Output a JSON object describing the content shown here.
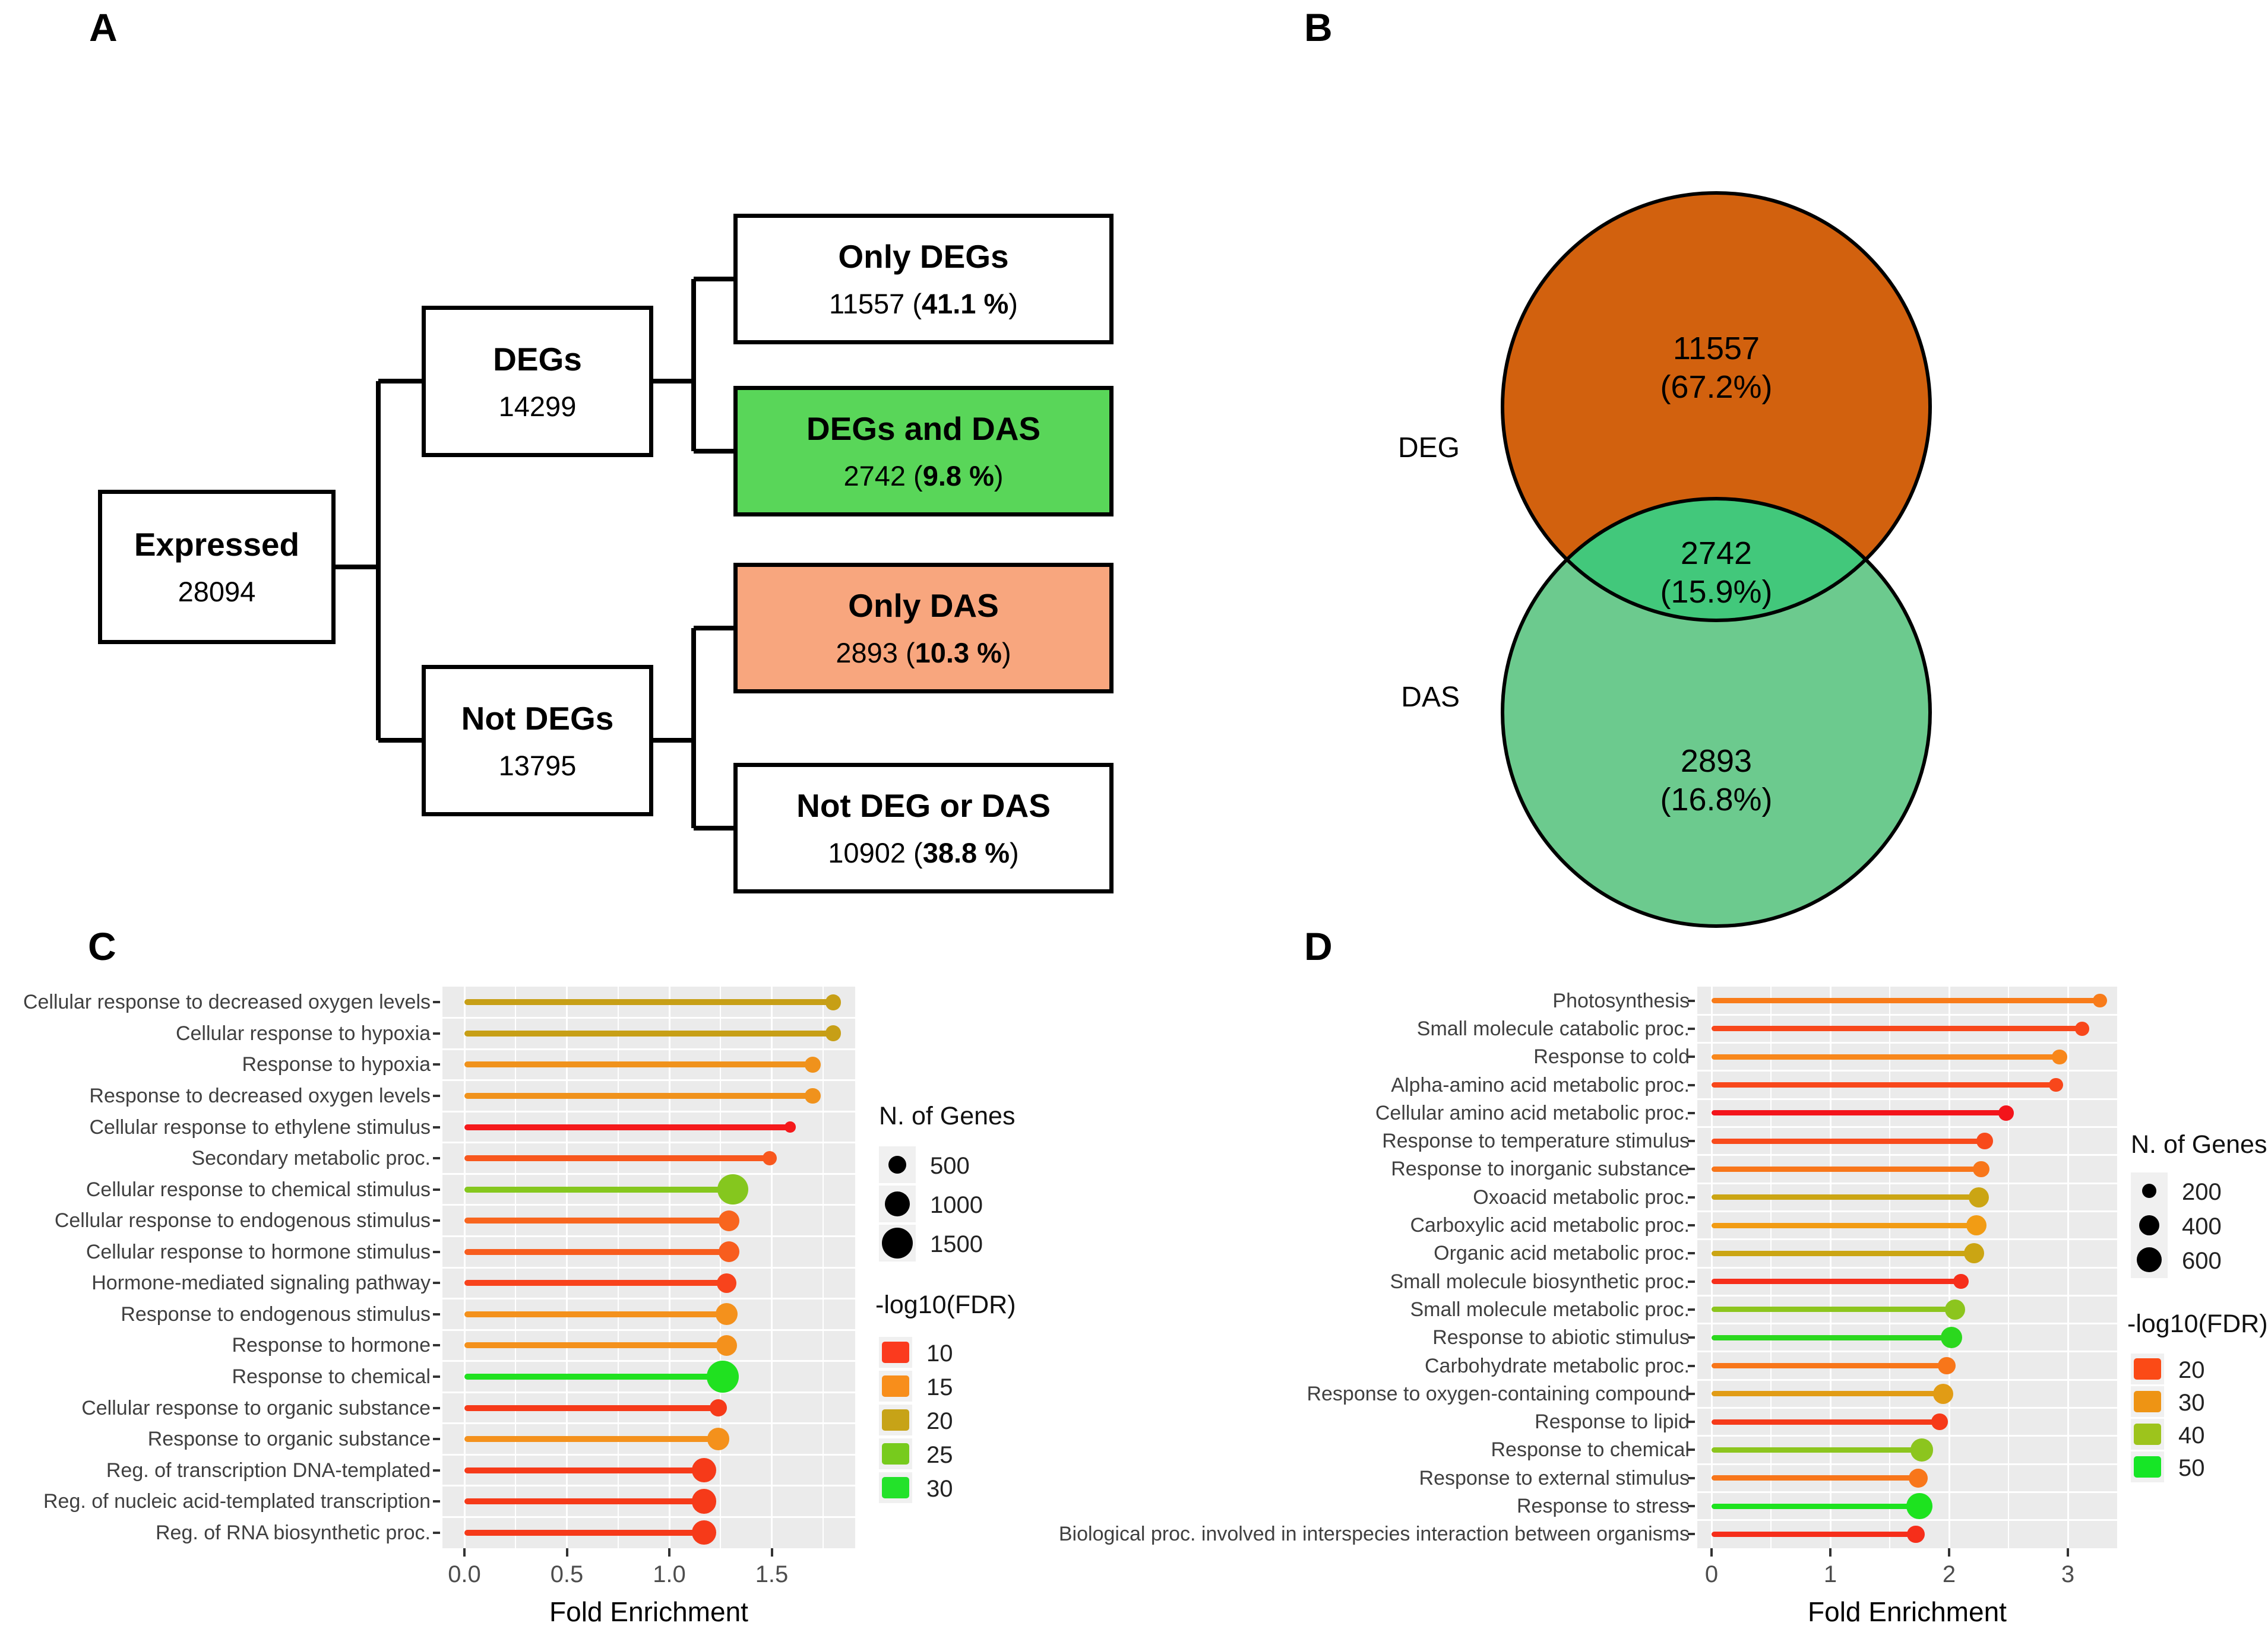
{
  "figure": {
    "background": "#ffffff",
    "panels": {
      "a": "A",
      "b": "B",
      "c": "C",
      "d": "D"
    }
  },
  "flowchart": {
    "line_color": "#000000",
    "boxes": [
      {
        "key": "expressed",
        "title": "Expressed",
        "num": "28094",
        "pct_bold": "",
        "suffix": "",
        "fill": "#ffffff"
      },
      {
        "key": "degs",
        "title": "DEGs",
        "num": "14299",
        "pct_bold": "",
        "suffix": "",
        "fill": "#ffffff"
      },
      {
        "key": "not-degs",
        "title": "Not DEGs",
        "num": "13795",
        "pct_bold": "",
        "suffix": "",
        "fill": "#ffffff"
      },
      {
        "key": "only-degs",
        "title": "Only DEGs",
        "num": "11557 (",
        "pct_bold": "41.1 %",
        "suffix": ")",
        "fill": "#ffffff"
      },
      {
        "key": "degs-and-das",
        "title": "DEGs and DAS",
        "num": "2742 (",
        "pct_bold": "9.8 %",
        "suffix": ")",
        "fill": "#59D659"
      },
      {
        "key": "only-das",
        "title": "Only DAS",
        "num": "2893 (",
        "pct_bold": "10.3 %",
        "suffix": ")",
        "fill": "#F8A67E"
      },
      {
        "key": "not-deg-or-das",
        "title": "Not DEG or DAS",
        "num": "10902 (",
        "pct_bold": "38.8 %",
        "suffix": ")",
        "fill": "#ffffff"
      }
    ]
  },
  "venn": {
    "deg_label": "DEG",
    "das_label": "DAS",
    "deg_color": "#D2610E",
    "das_color": "#6CCA8E",
    "overlap_color": "#42C87B",
    "outline_color": "#000000",
    "deg_line1": "11557",
    "deg_line2": "(67.2%)",
    "overlap_line1": "2742",
    "overlap_line2": "(15.9%)",
    "das_line1": "2893",
    "das_line2": "(16.8%)"
  },
  "chart_data": [
    {
      "id": "c",
      "type": "scatter",
      "variant": "horizontal-lollipop",
      "title": "",
      "xlabel": "Fold Enrichment",
      "ylabel": "",
      "xlim": [
        0,
        1.91
      ],
      "xticks": [
        0,
        0.5,
        1.0,
        1.5
      ],
      "xtick_labels": [
        "0.0",
        "0.5",
        "1.0",
        "1.5"
      ],
      "minor_step": 0.25,
      "grid": true,
      "panel_bg": "#EBEBEB",
      "legend_position": "right",
      "categories": [
        "Cellular response to decreased oxygen levels",
        "Cellular response to hypoxia",
        "Response to hypoxia",
        "Response to decreased oxygen levels",
        "Cellular response to ethylene stimulus",
        "Secondary metabolic proc.",
        "Cellular response to chemical stimulus",
        "Cellular response to endogenous stimulus",
        "Cellular response to hormone stimulus",
        "Hormone-mediated signaling pathway",
        "Response to endogenous stimulus",
        "Response to hormone",
        "Response to chemical",
        "Cellular response to organic substance",
        "Response to organic substance",
        "Reg. of transcription DNA-templated",
        "Reg. of nucleic acid-templated transcription",
        "Reg. of RNA biosynthetic proc."
      ],
      "values": [
        1.8,
        1.8,
        1.7,
        1.7,
        1.59,
        1.49,
        1.31,
        1.29,
        1.29,
        1.28,
        1.28,
        1.28,
        1.26,
        1.24,
        1.24,
        1.17,
        1.17,
        1.17
      ],
      "point_colors": [
        "#C79F16",
        "#C79F16",
        "#F0921C",
        "#F0921C",
        "#F5191B",
        "#F8571D",
        "#85C71E",
        "#F8651E",
        "#F85D1E",
        "#F8431C",
        "#F4911C",
        "#F4911C",
        "#20E120",
        "#F63A19",
        "#F4911C",
        "#F63A19",
        "#F63A19",
        "#F63A19"
      ],
      "n_genes_est": [
        400,
        400,
        400,
        400,
        190,
        340,
        1480,
        680,
        680,
        610,
        770,
        680,
        1600,
        460,
        770,
        950,
        950,
        950
      ],
      "legend_size": {
        "title": "N. of Genes",
        "entries": [
          {
            "label": "500",
            "n": 500
          },
          {
            "label": "1000",
            "n": 1000
          },
          {
            "label": "1500",
            "n": 1500
          }
        ]
      },
      "legend_color": {
        "title": "-log10(FDR)",
        "entries": [
          {
            "label": "10",
            "color": "#FB3A1E"
          },
          {
            "label": "15",
            "color": "#F88E1B"
          },
          {
            "label": "20",
            "color": "#C7A317"
          },
          {
            "label": "25",
            "color": "#77CB1D"
          },
          {
            "label": "30",
            "color": "#23E22A"
          }
        ]
      }
    },
    {
      "id": "d",
      "type": "scatter",
      "variant": "horizontal-lollipop",
      "title": "",
      "xlabel": "Fold Enrichment",
      "ylabel": "",
      "xlim": [
        0,
        3.41
      ],
      "xticks": [
        0,
        1,
        2,
        3
      ],
      "xtick_labels": [
        "0",
        "1",
        "2",
        "3"
      ],
      "minor_step": 0.5,
      "grid": true,
      "panel_bg": "#EBEBEB",
      "legend_position": "right",
      "categories": [
        "Photosynthesis",
        "Small molecule catabolic proc.",
        "Response to cold",
        "Alpha-amino acid metabolic proc.",
        "Cellular amino acid metabolic proc.",
        "Response to temperature stimulus",
        "Response to inorganic substance",
        "Oxoacid metabolic proc.",
        "Carboxylic acid metabolic proc.",
        "Organic acid metabolic proc.",
        "Small molecule biosynthetic proc.",
        "Small molecule metabolic proc.",
        "Response to abiotic stimulus",
        "Carbohydrate metabolic proc.",
        "Response to oxygen-containing compound",
        "Response to lipid",
        "Response to chemical",
        "Response to external stimulus",
        "Response to stress",
        "Biological proc. involved in interspecies interaction between organisms"
      ],
      "values": [
        3.27,
        3.12,
        2.93,
        2.9,
        2.48,
        2.3,
        2.27,
        2.25,
        2.23,
        2.21,
        2.1,
        2.05,
        2.02,
        1.98,
        1.95,
        1.92,
        1.77,
        1.74,
        1.75,
        1.72
      ],
      "point_colors": [
        "#F87B19",
        "#F8471B",
        "#F8871B",
        "#F8471B",
        "#F3141B",
        "#F84A1B",
        "#F8761A",
        "#CBA513",
        "#F29C14",
        "#CBA513",
        "#F62E1A",
        "#8CC51E",
        "#2BD81E",
        "#F8761A",
        "#E19C15",
        "#F63A19",
        "#8CC51E",
        "#F8761A",
        "#1DE31F",
        "#F62E1A"
      ],
      "n_genes_est": [
        190,
        190,
        220,
        190,
        220,
        260,
        260,
        395,
        395,
        395,
        220,
        395,
        445,
        300,
        395,
        260,
        500,
        345,
        680,
        300
      ],
      "legend_size": {
        "title": "N. of Genes",
        "entries": [
          {
            "label": "200",
            "n": 200
          },
          {
            "label": "400",
            "n": 400
          },
          {
            "label": "600",
            "n": 600
          }
        ]
      },
      "legend_color": {
        "title": "-log10(FDR)",
        "entries": [
          {
            "label": "20",
            "color": "#FB4A16"
          },
          {
            "label": "30",
            "color": "#EE9414"
          },
          {
            "label": "40",
            "color": "#9DC41C"
          },
          {
            "label": "50",
            "color": "#16E626"
          }
        ]
      }
    }
  ]
}
